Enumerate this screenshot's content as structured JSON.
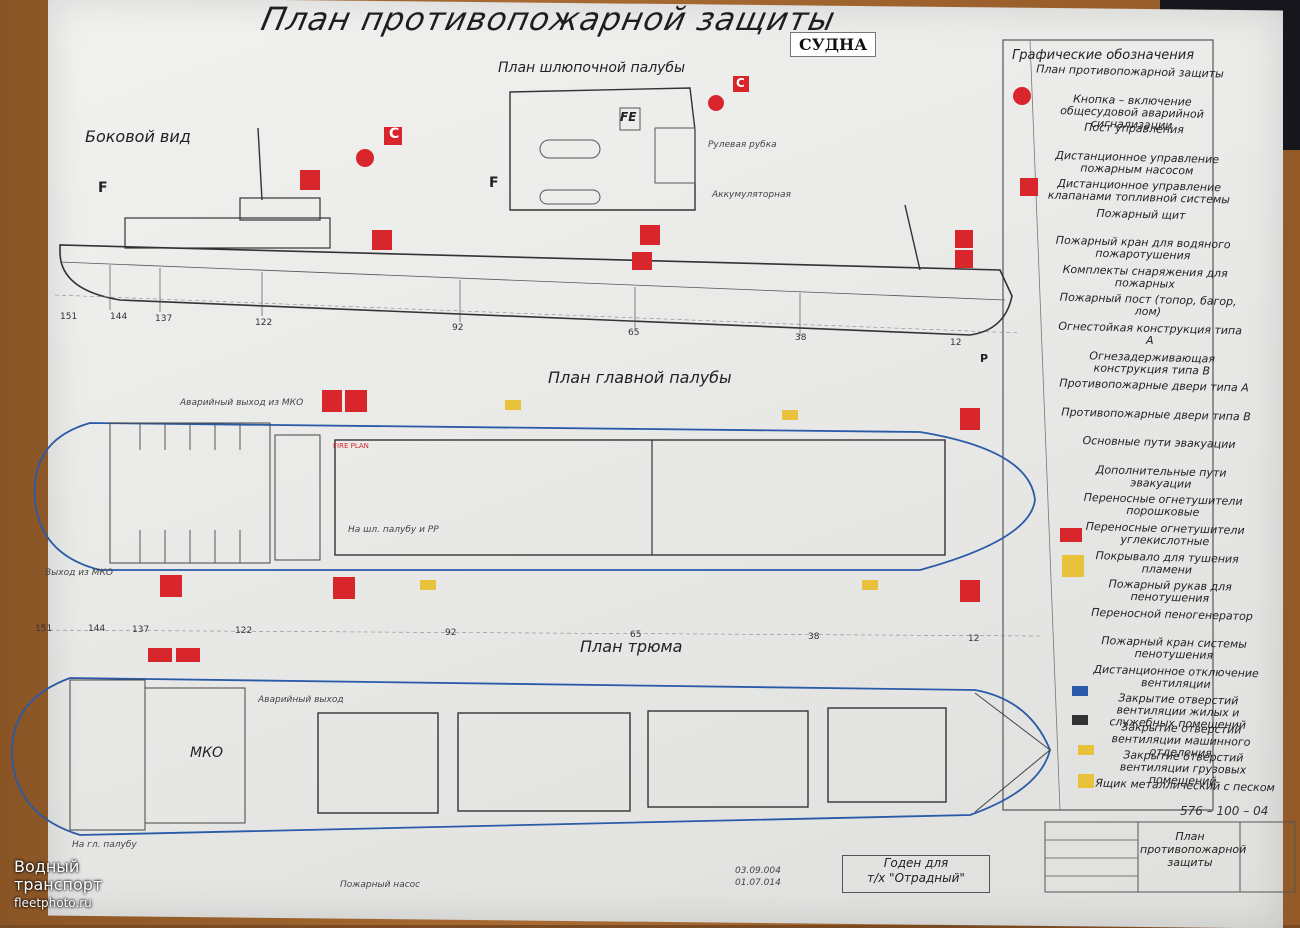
{
  "plan": {
    "title": "План противопожарной защиты",
    "title_tag": "СУДНА",
    "views": {
      "side": "Боковой вид",
      "boat_deck": "План шлюпочной палубы",
      "main_deck": "План главной палубы",
      "hold": "План трюма"
    },
    "annotations": {
      "wheelhouse": "Рулевая рубка",
      "battery": "Аккумуляторная",
      "emergency_exit_mko": "Аварийный выход из МКО",
      "to_boat_deck": "На шл. палубу и РР",
      "exit_mko": "Выход из МКО",
      "emergency_exit": "Аварийный выход",
      "mko": "МКО",
      "to_main_deck": "На гл. палубу",
      "fire_pump": "Пожарный насос",
      "fe_mark": "FE",
      "f_mark": "F",
      "c_mark": "С",
      "p_mark": "Р",
      "fire_plan": "FIRE PLAN"
    },
    "frames_top": [
      "151",
      "144",
      "137",
      "122",
      "92",
      "65",
      "38",
      "12"
    ],
    "frames_bottom": [
      "151",
      "144",
      "137",
      "122",
      "92",
      "65",
      "38",
      "12"
    ]
  },
  "legend": {
    "title": "Графические обозначения",
    "items": [
      "План противопожарной защиты",
      "Кнопка – включение общесудовой аварийной сигнализации",
      "Пост управления",
      "Дистанционное управление пожарным насосом",
      "Дистанционное управление клапанами топливной системы",
      "Пожарный щит",
      "Пожарный кран для водяного пожаротушения",
      "Комплекты снаряжения для пожарных",
      "Пожарный пост (топор, багор, лом)",
      "Огнестойкая конструкция типа А",
      "Огнезадерживающая конструкция типа В",
      "Противопожарные двери типа А",
      "Противопожарные двери типа В",
      "Основные пути эвакуации",
      "Дополнительные пути эвакуации",
      "Переносные огнетушители порошковые",
      "Переносные огнетушители углекислотные",
      "Покрывало для тушения пламени",
      "Пожарный рукав для пенотушения",
      "Переносной пеногенератор",
      "Пожарный кран системы пенотушения",
      "Дистанционное отключение вентиляции",
      "Закрытие отверстий вентиляции жилых и служебных помещений",
      "Закрытие отверстий вентиляции машинного отделения",
      "Закрытие отверстий вентиляции грузовых помещений",
      "Ящик металлический с песком"
    ]
  },
  "stamp": {
    "code": "576 – 100 – 04",
    "title": "План противопожарной защиты",
    "valid_line1": "Годен для",
    "valid_line2": "т/х \"Отрадный\"",
    "date1": "03.09.004",
    "date2": "01.07.014"
  },
  "watermark": {
    "line1": "Водный",
    "line2": "транспорт",
    "site": "fleetphoto.ru"
  },
  "colors": {
    "red": "#d8262c",
    "yellow": "#e8c23a",
    "blue": "#2a5aa8",
    "line": "#3a3a3a",
    "wood": "#a86a32"
  }
}
